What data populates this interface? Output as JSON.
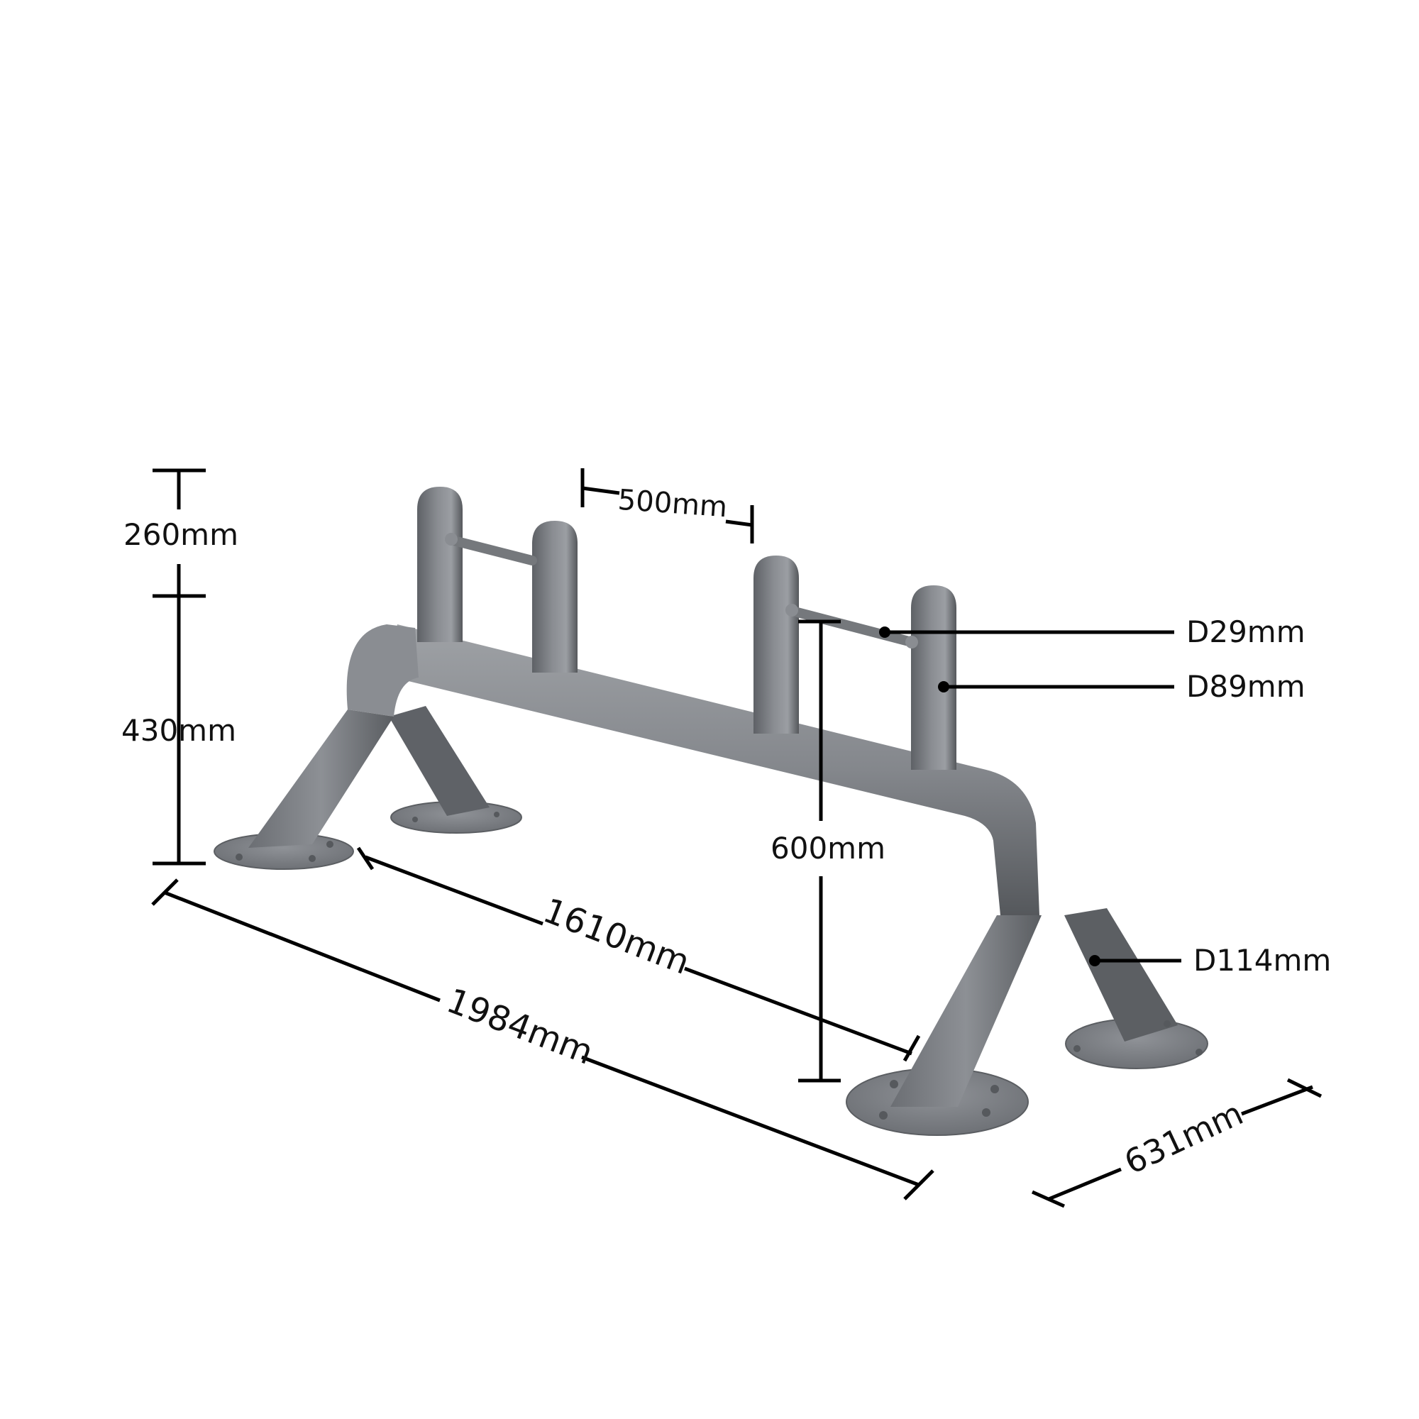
{
  "colors": {
    "background": "#ffffff",
    "steel": "#7c7f84",
    "steel_light": "#a4a7ab",
    "steel_dark": "#4d5054",
    "dimension": "#000000"
  },
  "dimensions": {
    "top_height": "260mm",
    "lower_height": "430mm",
    "grip_spacing": "500mm",
    "beam_height": "600mm",
    "inner_length": "1610mm",
    "overall_length": "1984mm",
    "overall_depth": "631mm"
  },
  "callouts": {
    "bar_diameter": "D29mm",
    "post_diameter": "D89mm",
    "leg_diameter": "D114mm"
  }
}
